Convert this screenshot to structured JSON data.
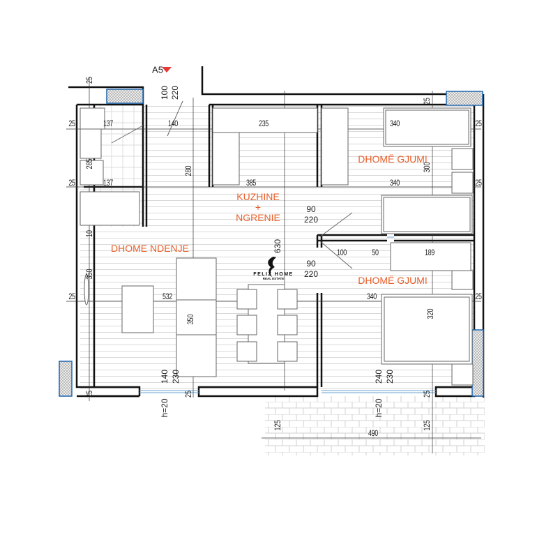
{
  "marker": {
    "label": "A5",
    "color": "#e53935"
  },
  "rooms": {
    "kitchen_line1": "KUZHINE",
    "kitchen_line2": "+",
    "kitchen_line3": "NGRENIE",
    "living": "DHOME NDENJE",
    "bedroom1": "DHOMË GJUMI",
    "bedroom2": "DHOMË GJUMI",
    "color": "#e8602c"
  },
  "dimensions": {
    "top_left_wall": "25",
    "entry_door_w": "100",
    "entry_door_h": "220",
    "bath_left_wall": "25",
    "bath_width": "137",
    "hall_width": "140",
    "kitchen_counter": "235",
    "bed1_width_top": "340",
    "bed1_right_wall": "25",
    "bed1_top_wall": "25",
    "bath_depth": "285",
    "kitchen_depth": "280",
    "bed1_depth": "300",
    "bath2_left_wall": "25",
    "bath2_width": "137",
    "kitchen_width": "385",
    "bed1_width_bottom": "340",
    "bed1_right_wall2": "25",
    "door1_w": "90",
    "door1_h": "220",
    "small_wall": "10",
    "living_height_total": "630",
    "closet_a": "100",
    "closet_b": "50",
    "closet_c": "189",
    "door2_w": "90",
    "door2_h": "220",
    "living_depth": "350",
    "living_left_wall": "25",
    "living_width": "532",
    "bed2_width": "340",
    "bed2_right_wall": "25",
    "sofa_len": "350",
    "bed2_depth": "320",
    "win1_sill": "140",
    "win1_h": "230",
    "win2_sill": "240",
    "win2_h": "230",
    "bottom_wall_left": "25",
    "bottom_wall_mid": "25",
    "bottom_wall_right": "25",
    "win1_hint": "h=20",
    "win2_hint": "h=20",
    "balcony_depth_left": "125",
    "balcony_depth_right": "125",
    "balcony_width": "490"
  },
  "logo": {
    "name": "FELIZ HOME",
    "subtitle": "REAL ESTATE"
  }
}
